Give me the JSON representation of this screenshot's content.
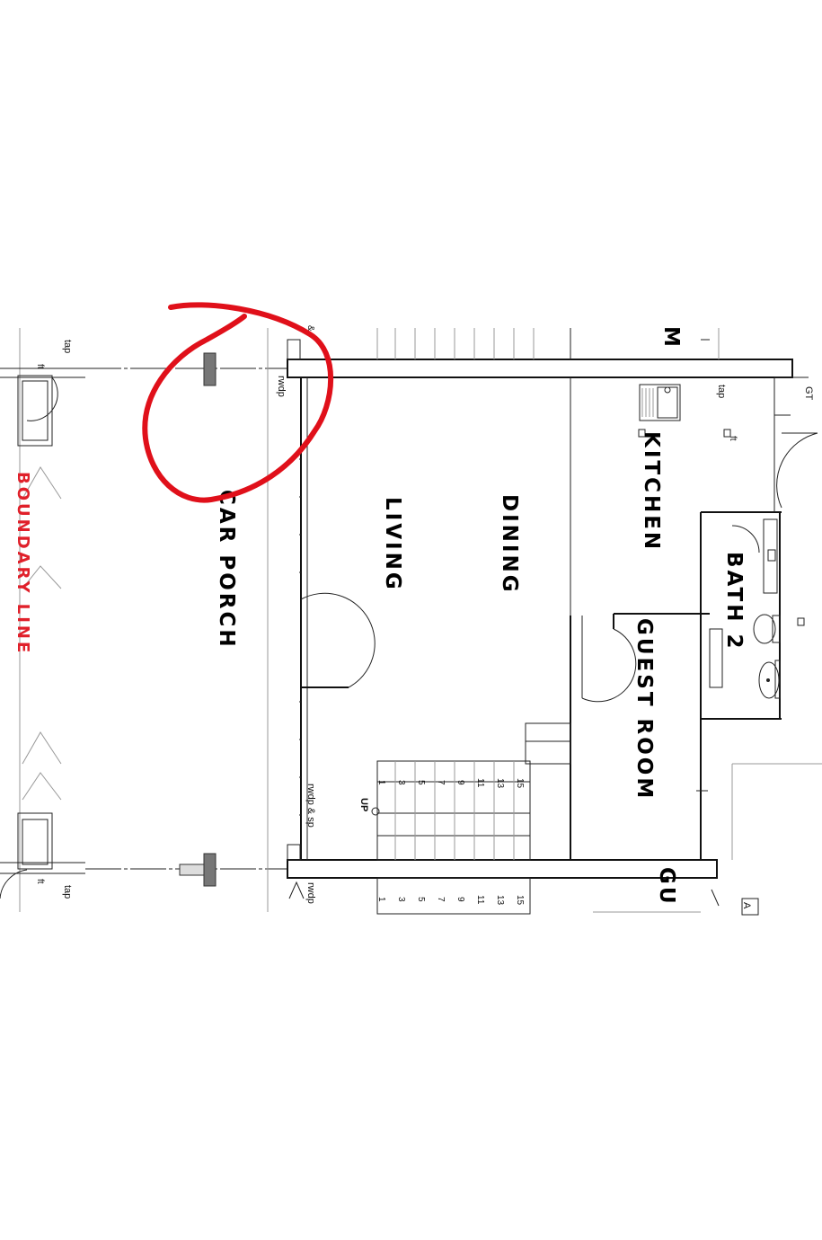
{
  "rooms": {
    "car_porch": "CAR PORCH",
    "living": "LIVING",
    "dining": "DINING",
    "kitchen": "KITCHEN",
    "bath2": "BATH 2",
    "guest_room": "GUEST ROOM",
    "top_cut": "M",
    "bottom_cut": "GU"
  },
  "boundary_label": "BOUNDARY LINE",
  "labels": {
    "rwdp": "rwdp",
    "rwdp_sp": "rwdp & sp",
    "tap": "tap",
    "ft": "ft",
    "gt": "GT",
    "up": "UP",
    "amp": "&",
    "letter_a": "A"
  },
  "stair_numbers": [
    "1",
    "3",
    "5",
    "7",
    "9",
    "11",
    "13",
    "15"
  ],
  "annotation_color": "#e0101a"
}
